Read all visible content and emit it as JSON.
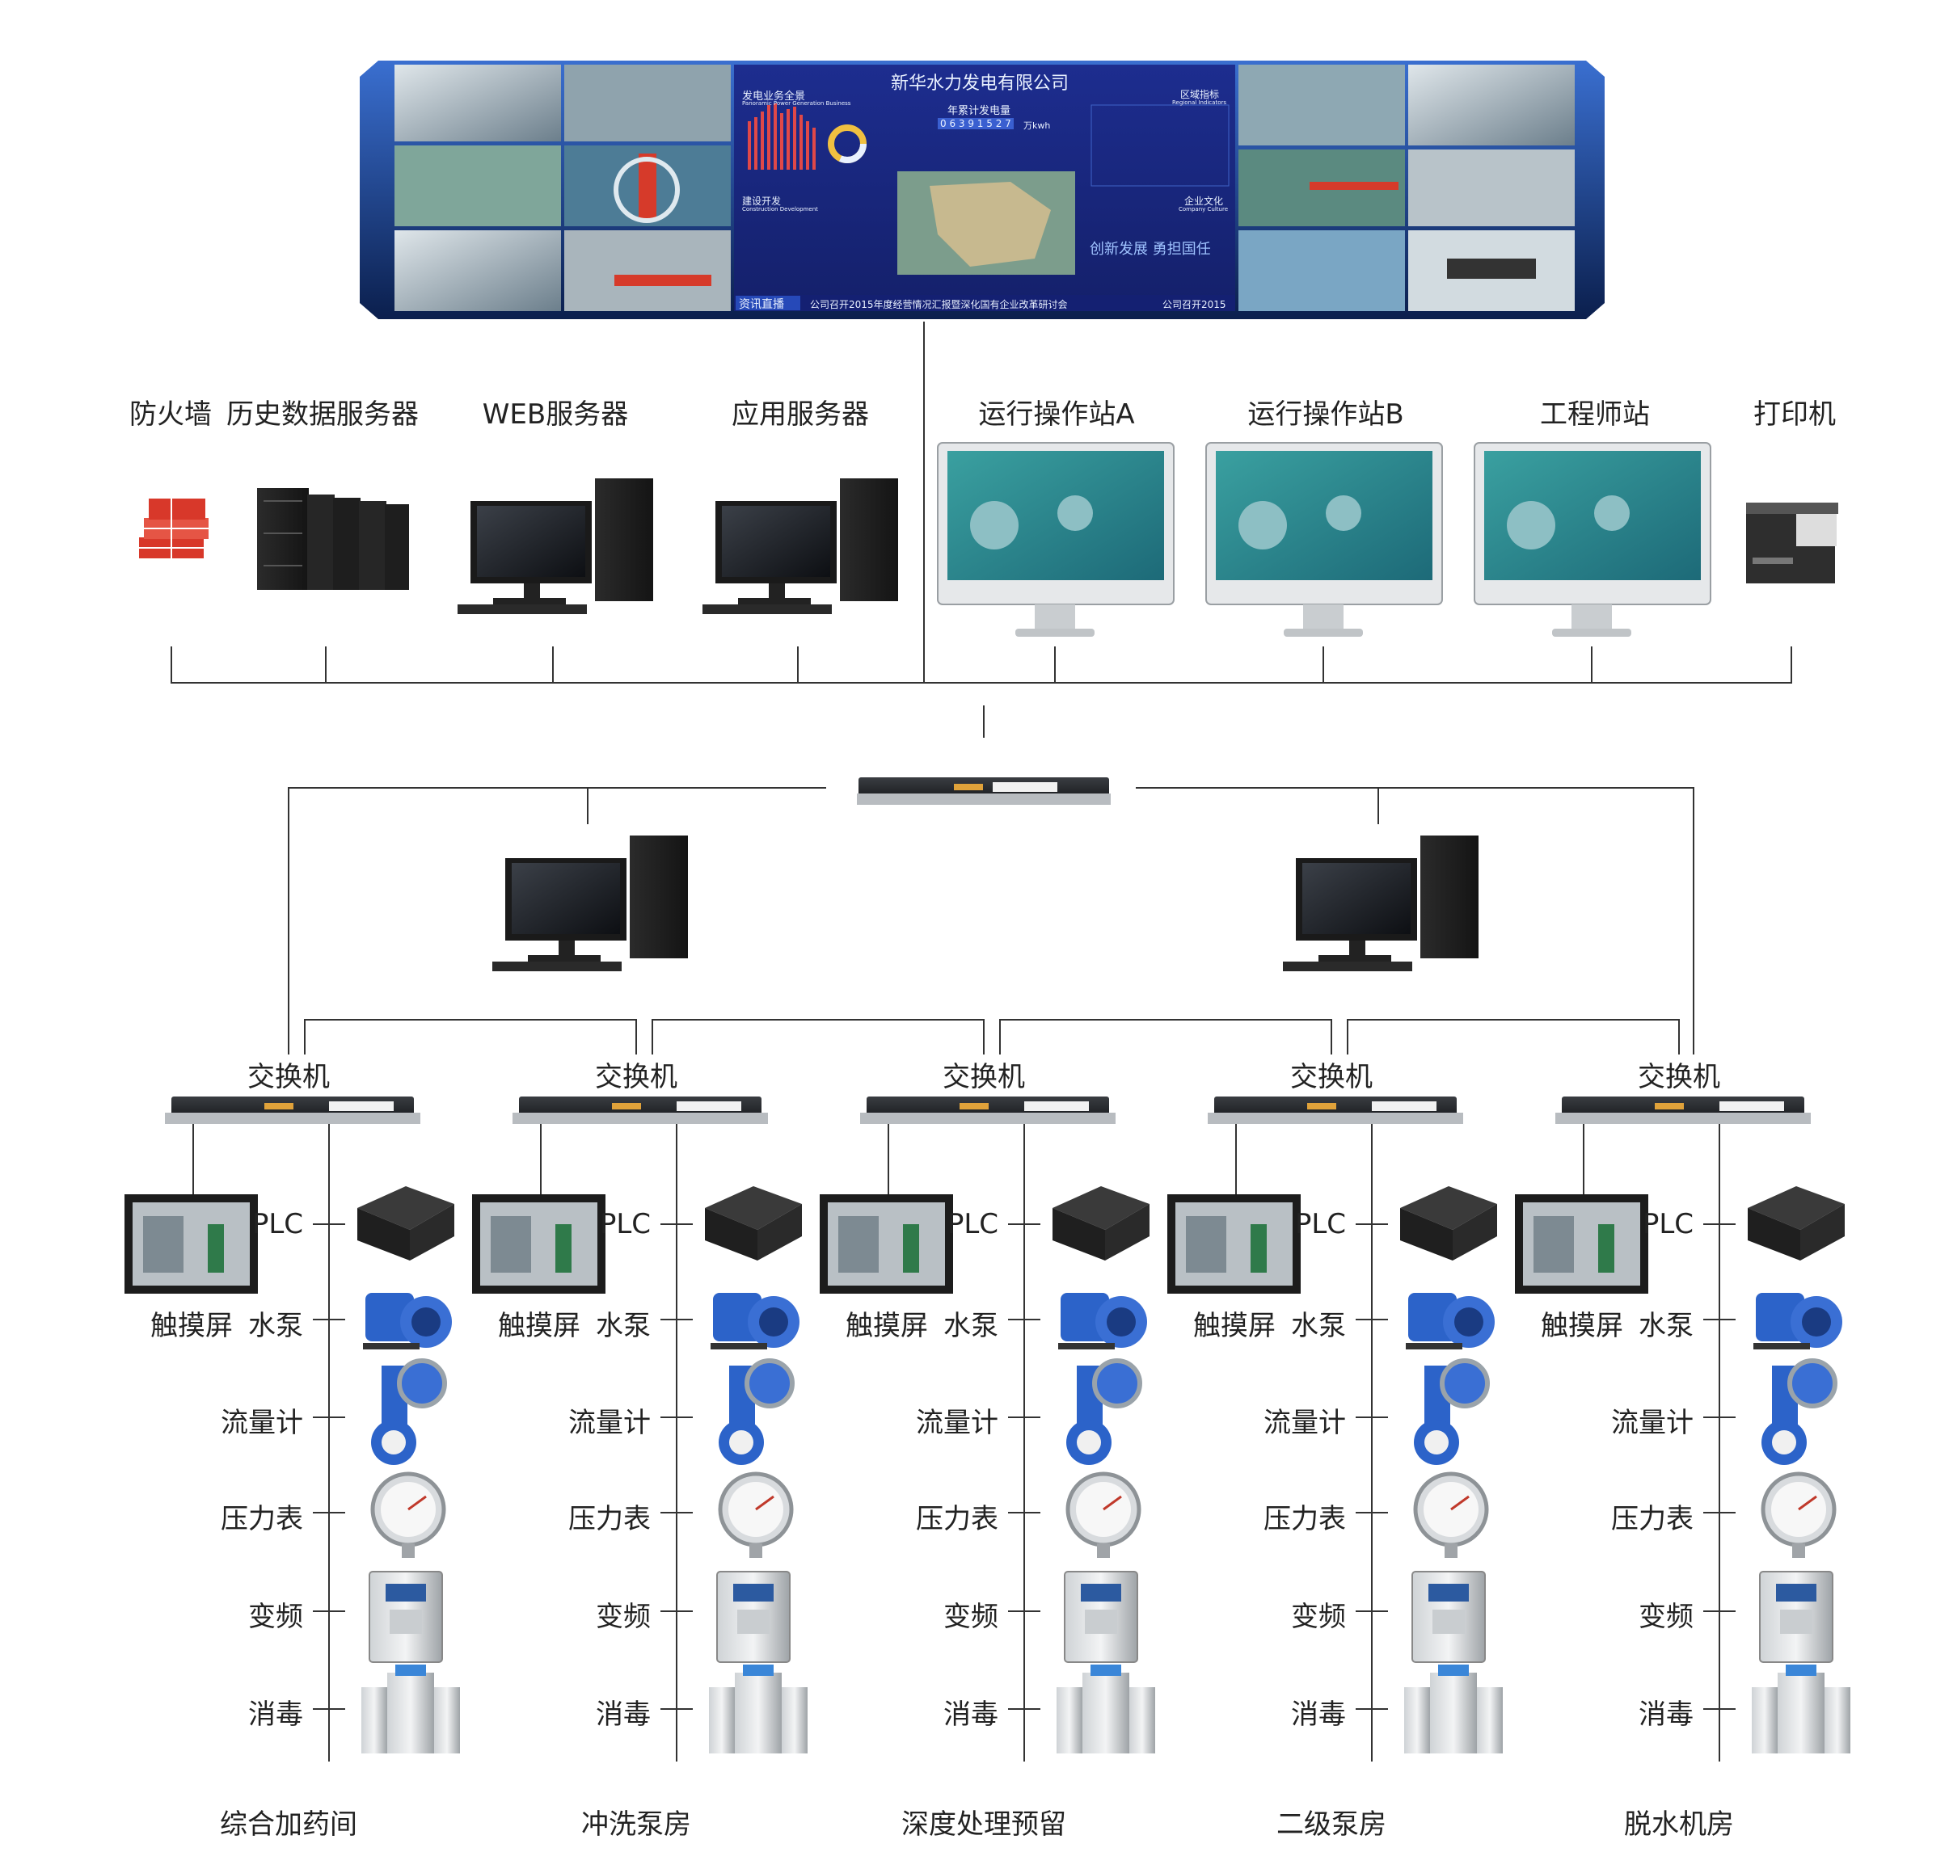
{
  "videowall": {
    "company_title": "新华水力发电有限公司",
    "panel_power_overview": "发电业务全景",
    "panel_power_overview_en": "Panoramic Power Generation Business",
    "panel_annual_label": "年累计发电量",
    "panel_annual_value": "0 6 3 9 1 5 2 7",
    "panel_annual_unit": "万kwh",
    "panel_construction": "建设开发",
    "panel_construction_en": "Construction Development",
    "panel_region": "区域指标",
    "panel_region_en": "Regional Indicators",
    "panel_culture": "企业文化",
    "panel_culture_en": "Company Culture",
    "slogan": "创新发展  勇担国任",
    "ticker_label": "资讯直播",
    "ticker_text": "公司召开2015年度经营情况汇报暨深化国有企业改革研讨会",
    "ticker_text_tail": "公司召开2015"
  },
  "top_devices": {
    "firewall": "防火墙",
    "history_server": "历史数据服务器",
    "web_server": "WEB服务器",
    "app_server": "应用服务器",
    "station_a": "运行操作站A",
    "station_b": "运行操作站B",
    "engineer": "工程师站",
    "printer": "打印机"
  },
  "station_labels": {
    "switch": "交换机",
    "plc": "PLC",
    "touch": "触摸屏",
    "pump": "水泵",
    "flow": "流量计",
    "pressure": "压力表",
    "vfd": "变频",
    "disinfect": "消毒"
  },
  "stations": [
    {
      "name": "综合加药间"
    },
    {
      "name": "冲洗泵房"
    },
    {
      "name": "深度处理预留"
    },
    {
      "name": "二级泵房"
    },
    {
      "name": "脱水机房"
    }
  ],
  "colors": {
    "line": "#333333",
    "wall_blue": "#1b2a7a",
    "firewall_red": "#e03a2a",
    "monitor_teal": "#2d8a8a",
    "device_blue": "#2a57c8"
  }
}
